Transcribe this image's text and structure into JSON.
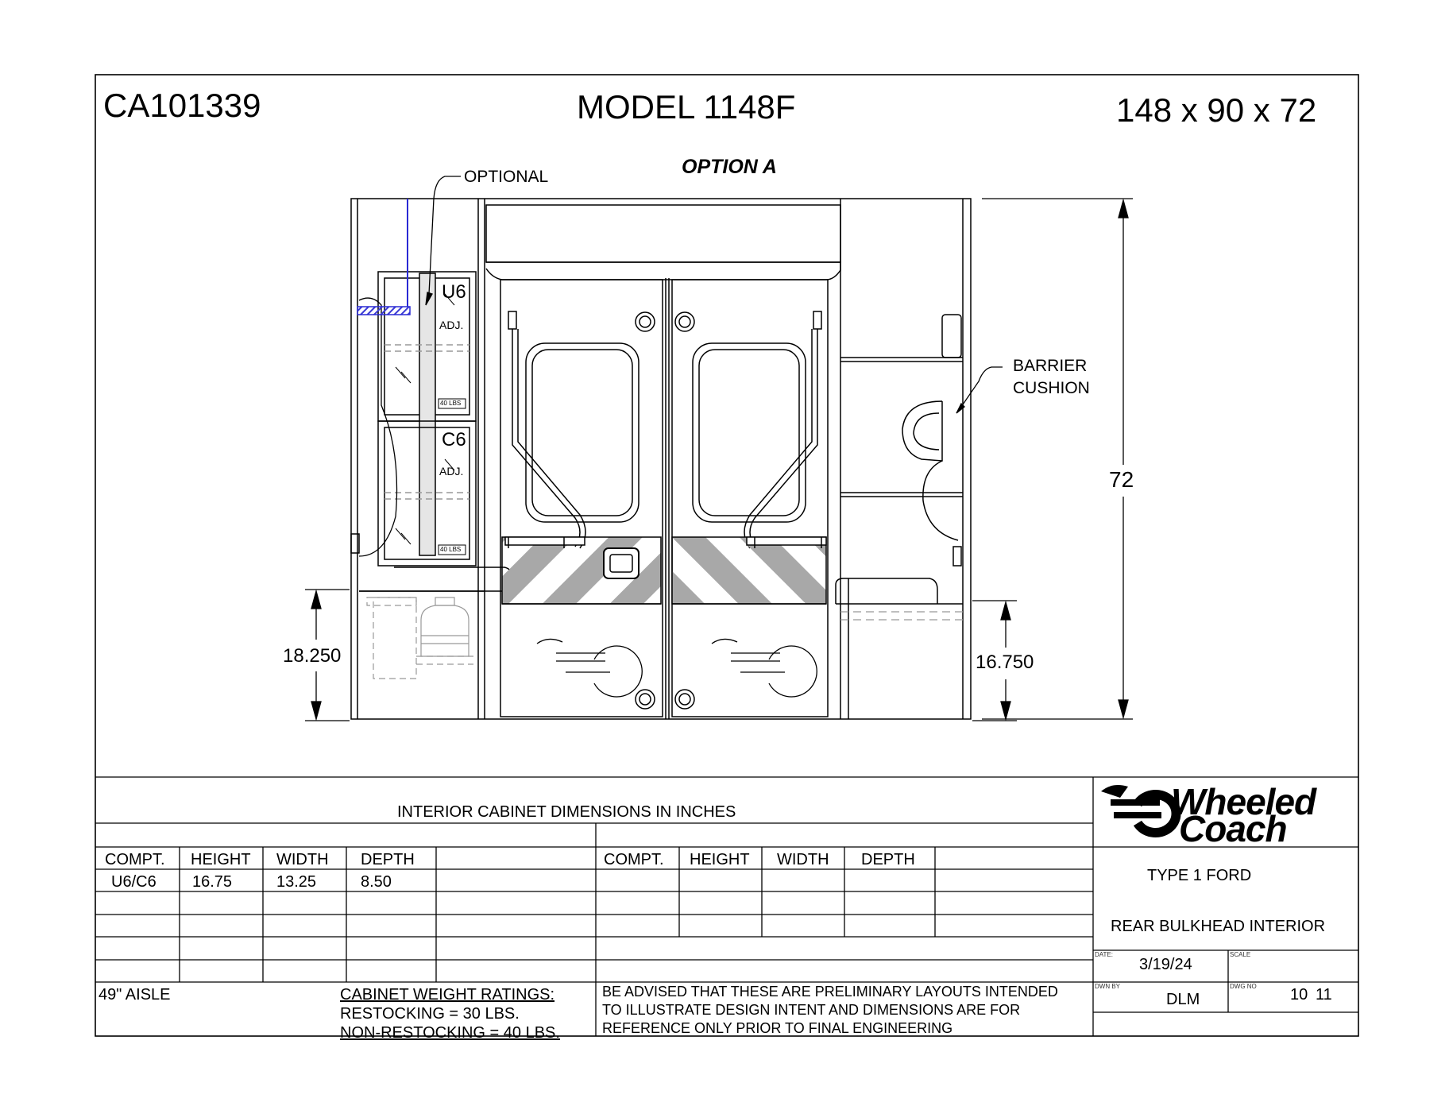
{
  "header": {
    "drawing_id": "CA101339",
    "model": "MODEL 1148F",
    "dimensions": "148 x 90 x 72"
  },
  "drawing": {
    "option_label": "OPTION A",
    "callout_optional": "OPTIONAL",
    "callout_barrier_line1": "BARRIER",
    "callout_barrier_line2": "CUSHION",
    "cabinet_upper": "U6",
    "cabinet_lower": "C6",
    "adj_label": "ADJ.",
    "weight_tag": "40 LBS",
    "dim_height": "72",
    "dim_left": "18.250",
    "dim_right": "16.750"
  },
  "table": {
    "title": "INTERIOR CABINET DIMENSIONS IN INCHES",
    "headers": [
      "COMPT.",
      "HEIGHT",
      "WIDTH",
      "DEPTH"
    ],
    "rows": [
      [
        "U6/C6",
        "16.75",
        "13.25",
        "8.50"
      ]
    ]
  },
  "notes": {
    "aisle": "49\" AISLE",
    "weight_title": "CABINET WEIGHT RATINGS:",
    "weight_restock": "RESTOCKING = 30 LBS.",
    "weight_nonrestock": "NON-RESTOCKING = 40 LBS.",
    "advisory_line1": "BE ADVISED THAT THESE ARE PRELIMINARY LAYOUTS INTENDED",
    "advisory_line2": "TO ILLUSTRATE DESIGN INTENT AND DIMENSIONS  ARE FOR",
    "advisory_line3": "REFERENCE ONLY PRIOR TO FINAL ENGINEERING"
  },
  "title_block": {
    "brand_line1": "Wheeled",
    "brand_line2": "Coach",
    "vehicle": "TYPE 1 FORD",
    "view": "REAR BULKHEAD INTERIOR",
    "date_label": "DATE:",
    "date": "3/19/24",
    "scale_label": "SCALE",
    "drawn_by_label": "DWN BY",
    "drawn_by": "DLM",
    "dwg_no_label": "DWG NO",
    "sheet": "10",
    "of_sheets": "11"
  }
}
